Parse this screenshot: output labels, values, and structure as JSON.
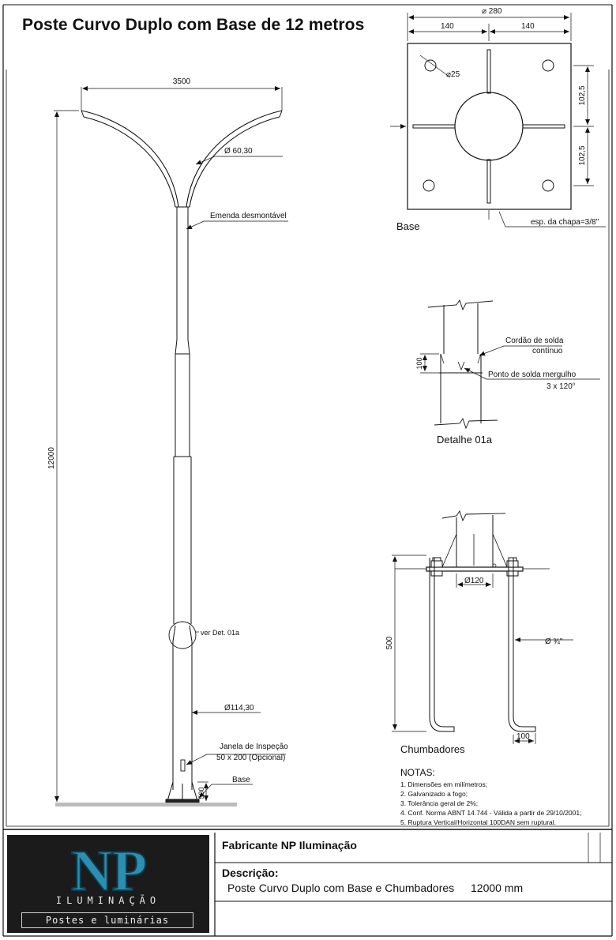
{
  "title": "Poste Curvo Duplo com Base de 12 metros",
  "pole": {
    "width": "3500",
    "height": "12000",
    "arm_diam": "Ø 60,30",
    "joint": "Emenda desmontável",
    "detail_ref": "ver Det. 01a",
    "pole_diam": "Ø114,30",
    "window_label": "Janela de Inspeção",
    "window_size": "50 x 200  (Opcional)",
    "base_dim": "500",
    "base_label": "Base"
  },
  "base_plate": {
    "total": "⌀ 280",
    "half_left": "140",
    "half_right": "140",
    "hole": "⌀25",
    "v_top": "102,5",
    "v_bottom": "102,5",
    "label": "Base",
    "thickness": "esp. da chapa=3/8\""
  },
  "detail": {
    "weld_bead_1": "Cordão de solda",
    "weld_bead_2": "contínuo",
    "plug_weld_1": "Ponto de solda mergulho",
    "plug_weld_2": "3 x 120°",
    "dim": "100",
    "label": "Detalhe 01a"
  },
  "anchors": {
    "height": "500",
    "center_diam": "Ø120",
    "bolt_diam": "Ø ¾\"",
    "foot": "100",
    "label": "Chumbadores"
  },
  "notes": {
    "heading": "NOTAS:",
    "items": [
      "1. Dimensões em milímetros;",
      "2. Galvanizado a fogo;",
      "3. Tolerância geral de 2%;",
      "4. Conf. Norma ABNT 14.744 - Válida a partir de 29/10/2001;",
      "5. Ruptura Vertical/Horizontal 100DAN sem ruptural."
    ]
  },
  "title_block": {
    "manufacturer": "Fabricante NP Iluminação",
    "desc_heading": "Descrição:",
    "desc_text": "Poste Curvo Duplo com Base e Chumbadores",
    "desc_size": "12000 mm"
  },
  "logo": {
    "mark": "NP",
    "sub": "ILUMINAÇÃO",
    "tag": "Postes e luminárias"
  }
}
